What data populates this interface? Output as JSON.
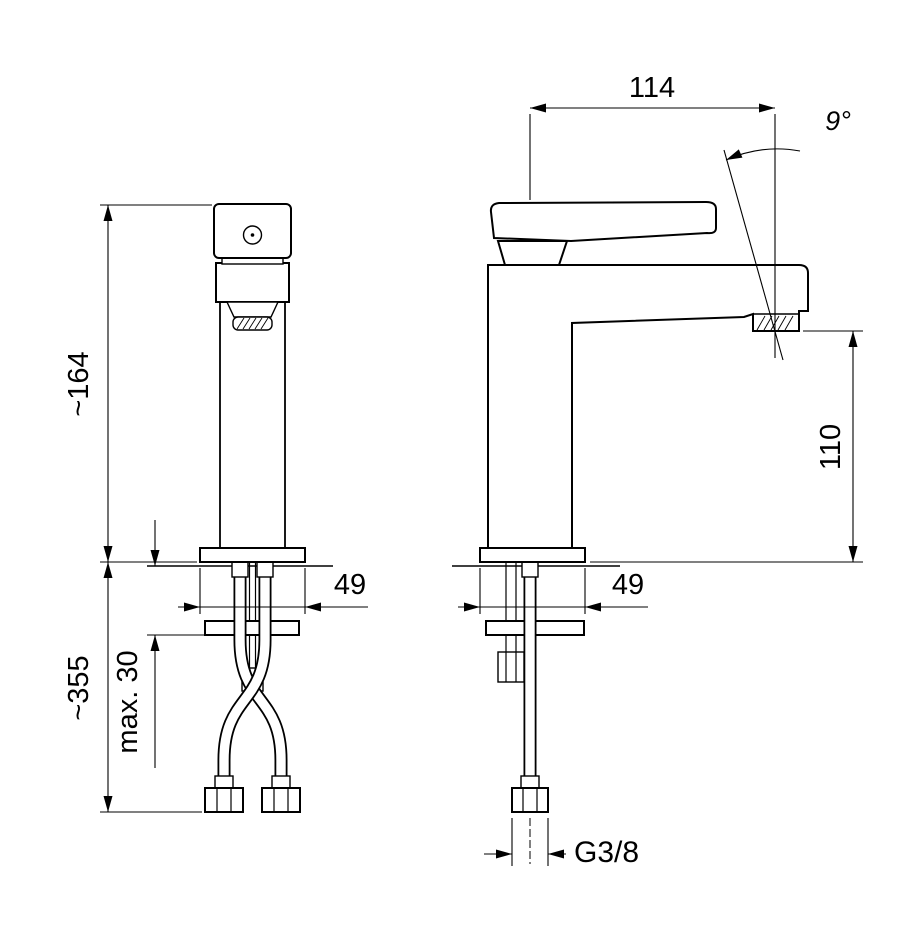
{
  "drawing": {
    "subject": "single-lever-basin-mixer-technical-drawing",
    "views": [
      "front-view",
      "side-view"
    ]
  },
  "colors": {
    "line": "#000000",
    "background": "#ffffff"
  },
  "labels": {
    "dim_spout_reach": "114",
    "dim_spout_angle": "9°",
    "dim_total_height": "~164",
    "dim_outlet_height": "110",
    "dim_base_width_front": "49",
    "dim_base_width_side": "49",
    "dim_hose_length": "~355",
    "dim_max_mounting_thickness": "max. 30",
    "dim_connection_thread": "G3/8"
  }
}
